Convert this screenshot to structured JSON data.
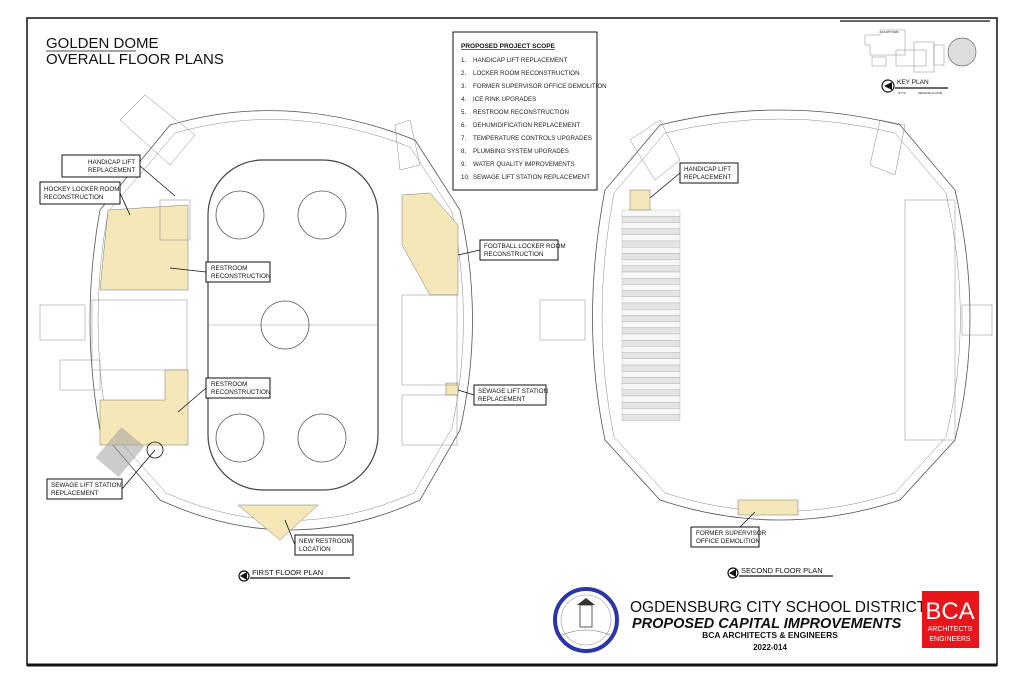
{
  "sheet": {
    "title_line1": "GOLDEN DOME",
    "title_line2": "OVERALL FLOOR PLANS"
  },
  "scope": {
    "heading": "PROPOSED PROJECT SCOPE",
    "items": [
      {
        "num": "1.",
        "text": "HANDICAP LIFT REPLACEMENT"
      },
      {
        "num": "2.",
        "text": "LOCKER ROOM RECONSTRUCTION"
      },
      {
        "num": "3.",
        "text": "FORMER SUPERVISOR OFFICE DEMOLITION"
      },
      {
        "num": "4.",
        "text": "ICE RINK UPGRADES"
      },
      {
        "num": "5.",
        "text": "RESTROOM RECONSTRUCTION"
      },
      {
        "num": "6.",
        "text": "DEHUMIDIFICATION REPLACEMENT"
      },
      {
        "num": "7.",
        "text": "TEMPERATURE CONTROLS UPGRADES"
      },
      {
        "num": "8.",
        "text": "PLUMBING SYSTEM UPGRADES"
      },
      {
        "num": "9.",
        "text": "WATER QUALITY IMPROVEMENTS"
      },
      {
        "num": "10.",
        "text": "SEWAGE LIFT STATION REPLACEMENT"
      }
    ]
  },
  "key_plan": {
    "title": "KEY PLAN",
    "scale": "N.T.S.",
    "floor": "SECOND FLOOR",
    "courtyard": "COURTYARD"
  },
  "first_floor": {
    "title": "FIRST FLOOR PLAN",
    "callouts": {
      "handicap_lift": [
        "HANDICAP LIFT",
        "REPLACEMENT"
      ],
      "hockey_locker": [
        "HOCKEY LOCKER ROOM",
        "RECONSTRUCTION"
      ],
      "restroom_1": [
        "RESTROOM",
        "RECONSTRUCTION"
      ],
      "restroom_2": [
        "RESTROOM",
        "RECONSTRUCTION"
      ],
      "sewage_west": [
        "SEWAGE LIFT STATION",
        "REPLACEMENT"
      ],
      "new_restroom": [
        "NEW RESTROOM",
        "LOCATION"
      ],
      "football_locker": [
        "FOOTBALL LOCKER ROOM",
        "RECONSTRUCTION"
      ],
      "sewage_east": [
        "SEWAGE LIFT STATION",
        "REPLACEMENT"
      ]
    }
  },
  "second_floor": {
    "title": "SECOND FLOOR PLAN",
    "callouts": {
      "handicap_lift": [
        "HANDICAP LIFT",
        "REPLACEMENT"
      ],
      "supervisor_office": [
        "FORMER SUPERVISOR",
        "OFFICE DEMOLITION"
      ]
    }
  },
  "title_block": {
    "district": "OGDENSBURG CITY SCHOOL DISTRICT",
    "project": "PROPOSED CAPITAL IMPROVEMENTS",
    "firm": "BCA ARCHITECTS & ENGINEERS",
    "project_number": "2022-014",
    "logo_text": "BCA",
    "logo_sub1": "ARCHITECTS",
    "logo_sub2": "ENGINEERS",
    "logo_color": "#e8151b",
    "seal_color": "#2a35a8"
  }
}
